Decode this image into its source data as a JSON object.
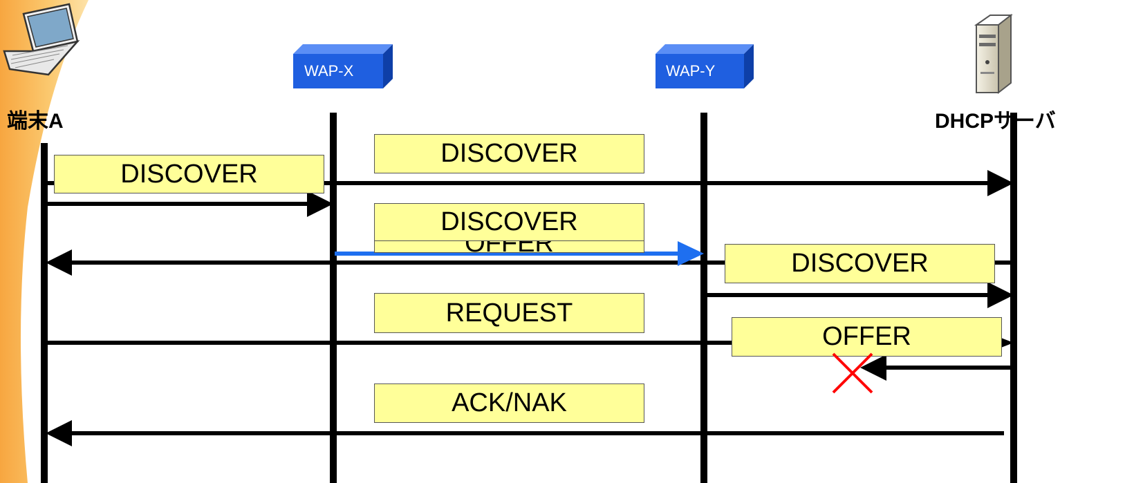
{
  "nodes": {
    "terminal": {
      "label": "端末A"
    },
    "wap_x": {
      "label": "WAP-X"
    },
    "wap_y": {
      "label": "WAP-Y"
    },
    "dhcp": {
      "label": "DHCPサーバ"
    }
  },
  "messages": {
    "discover_a": "DISCOVER",
    "discover_top": "DISCOVER",
    "discover_mid": "DISCOVER",
    "offer_hidden": "OFFER",
    "discover_y": "DISCOVER",
    "request": "REQUEST",
    "offer_y": "OFFER",
    "ack_nak": "ACK/NAK"
  },
  "colors": {
    "wap_box": "#1f5fe0",
    "message_fill": "#ffff99",
    "accent_arrow": "#1e6ff0",
    "fail_mark": "#ff0000",
    "left_band": "#f9a03a"
  }
}
